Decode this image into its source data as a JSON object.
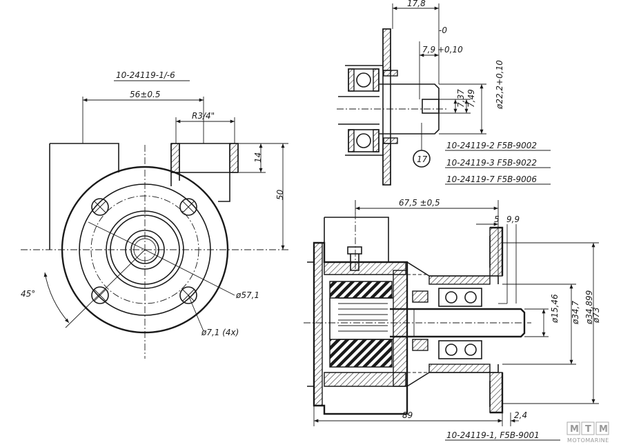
{
  "drawing": {
    "left_view": {
      "ref_top": "10-24119-1/-6",
      "dim_width": "56±0.5",
      "dim_thread": "R3/4\"",
      "dim_14": "14",
      "dim_50": "50",
      "angle": "45°",
      "dim_bolt_circle": "ø57,1",
      "dim_holes": "ø7,1 (4x)"
    },
    "top_right_view": {
      "dim_17_8": "17,8",
      "tol_minus": "-0",
      "dim_7_9": "7,9",
      "tol_plus": "+0,10",
      "dim_7_37": "7,37",
      "dim_7_49": "7,49",
      "dim_22_2": "ø22,2+0,10",
      "callout": "17",
      "refs": [
        "10-24119-2  F5B-9002",
        "10-24119-3  F5B-9022",
        "10-24119-7  F5B-9006"
      ]
    },
    "section_view": {
      "dim_67_5": "67,5 ±0,5",
      "dim_5": "5",
      "dim_9_9": "9,9",
      "dim_15_46": "ø15,46",
      "dim_34_7": "ø34,7",
      "dim_34_899": "ø34,899",
      "dim_73": "ø73",
      "dim_89": "89",
      "dim_2_4": "2,4",
      "ref_bottom": "10-24119-1, F5B-9001"
    }
  },
  "logo": {
    "letters": [
      "M",
      "T",
      "M"
    ],
    "subtitle": "MOTOMARINE"
  }
}
